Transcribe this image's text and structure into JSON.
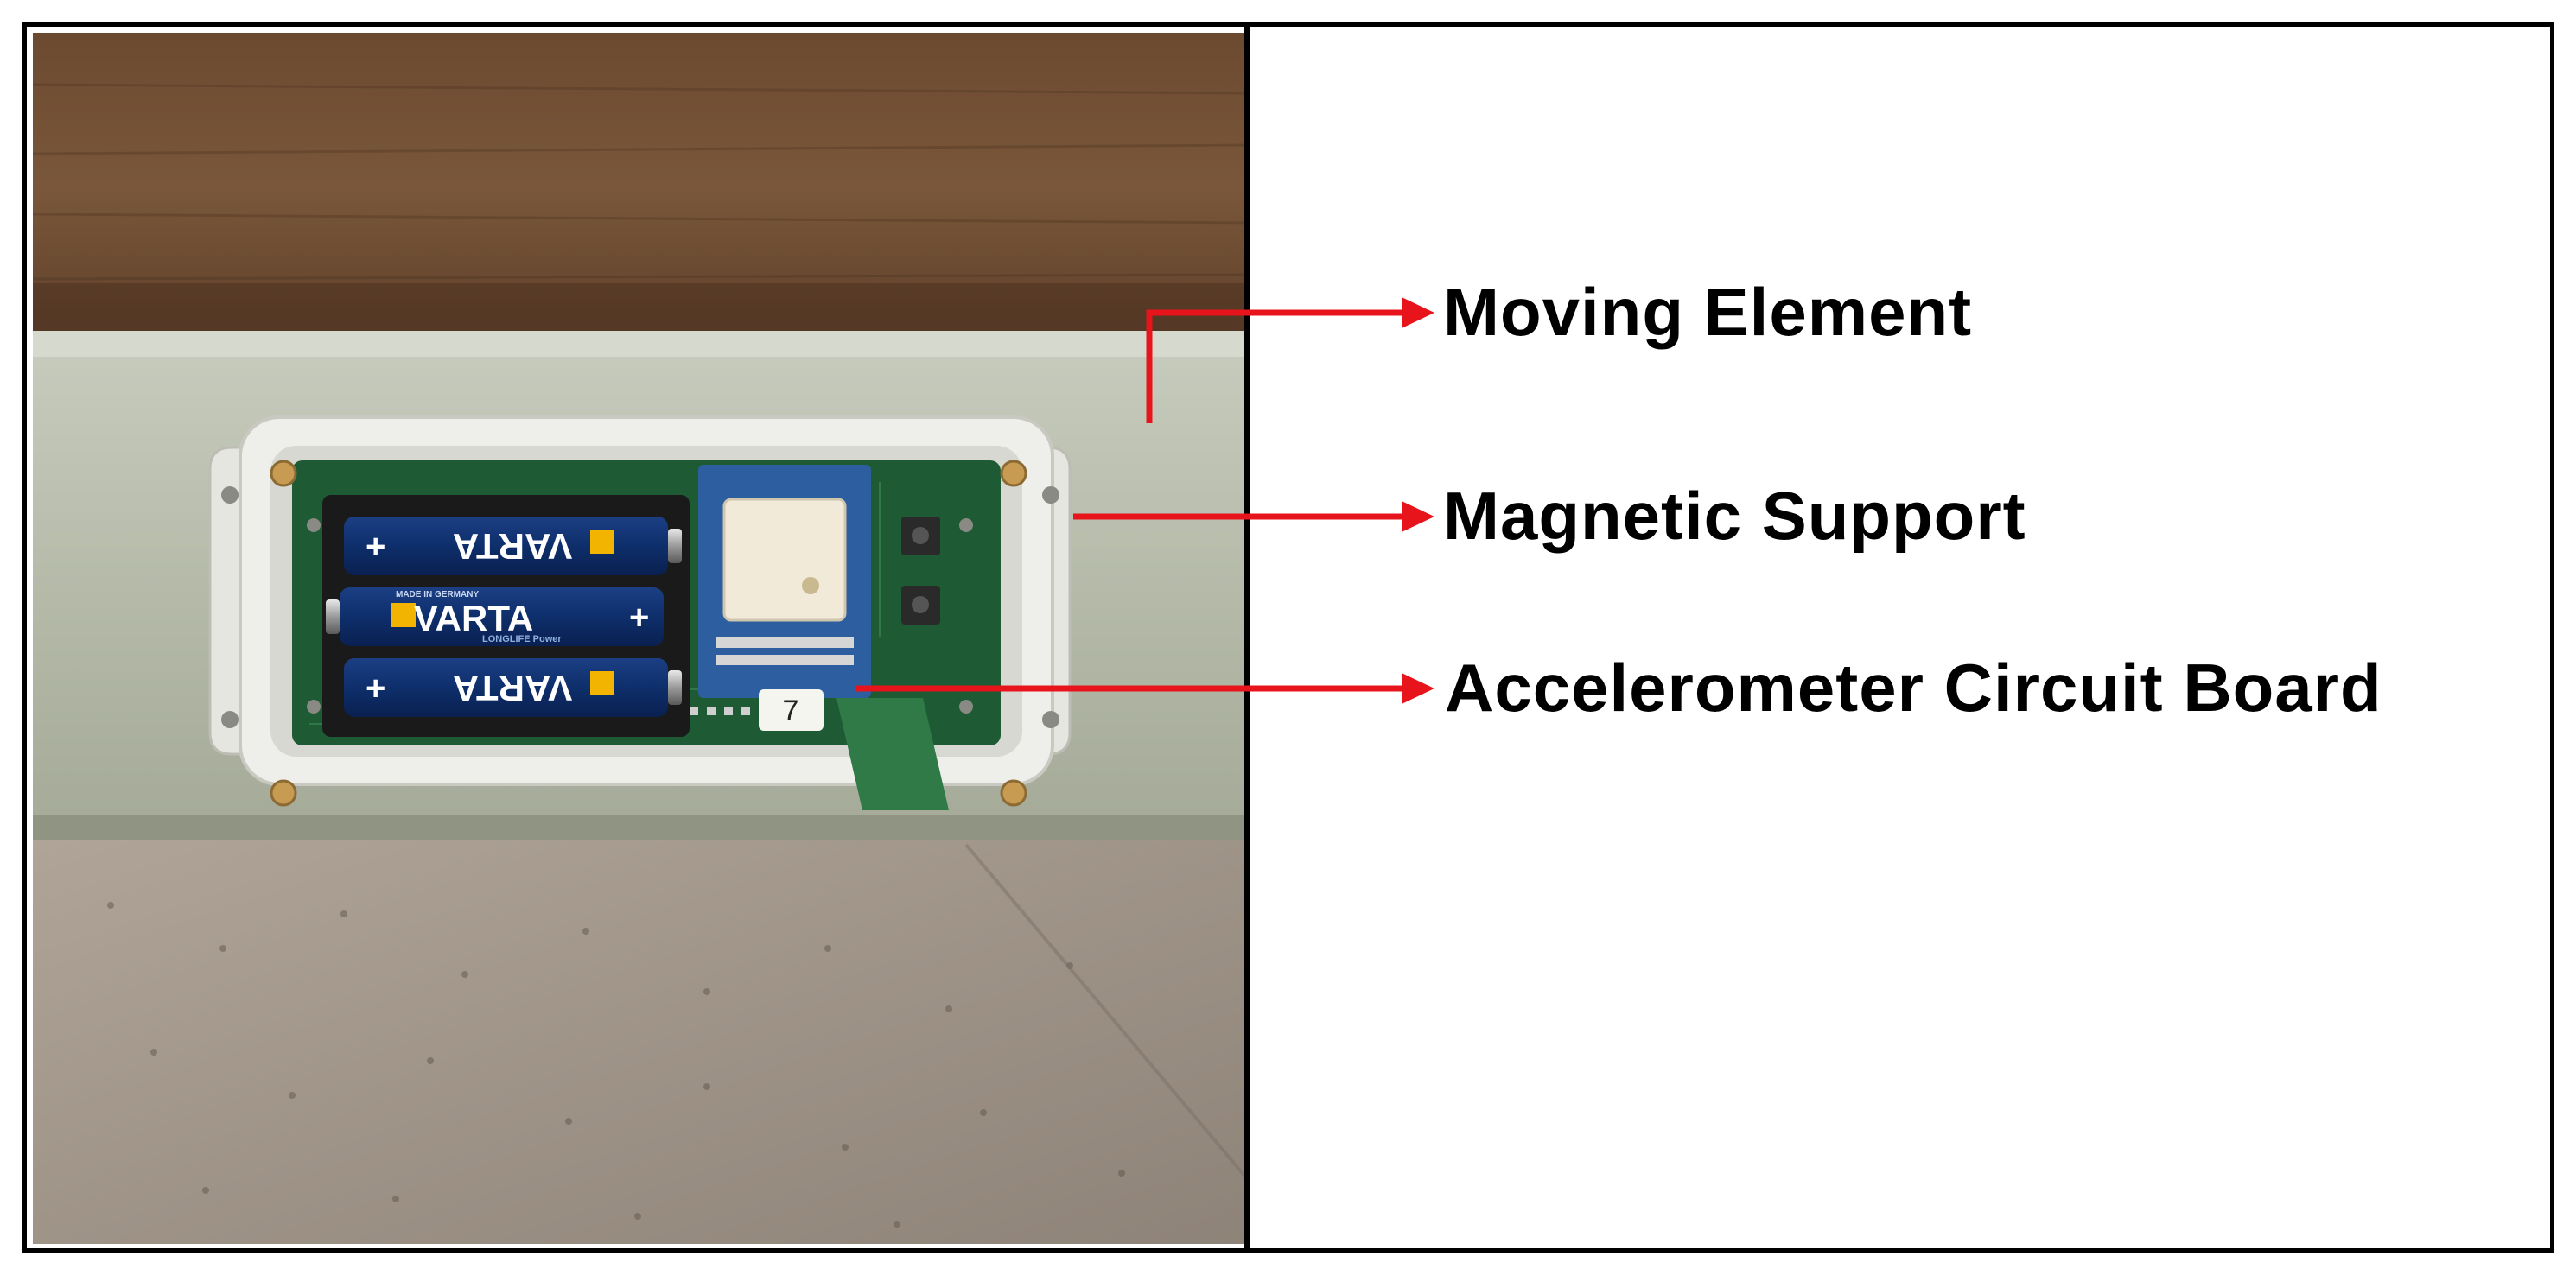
{
  "callouts": [
    {
      "label": "Moving Element"
    },
    {
      "label": "Magnetic Support"
    },
    {
      "label": "Accelerometer Circuit Board"
    }
  ],
  "photo": {
    "battery_brand": "VARTA",
    "battery_line": "LONGLIFE Power",
    "battery_origin": "MADE IN GERMANY",
    "board_number": "7",
    "plus_sign": "+"
  },
  "colors": {
    "arrow": "#e8141c",
    "frame": "#000000",
    "battery_blue": "#0e2f6b",
    "battery_accent": "#f2b400",
    "board_green": "#1e5a34",
    "enclosure": "#ebebe6",
    "beam": "#b7bcac",
    "wood": "#6e4b30",
    "floor": "#a2968a"
  }
}
